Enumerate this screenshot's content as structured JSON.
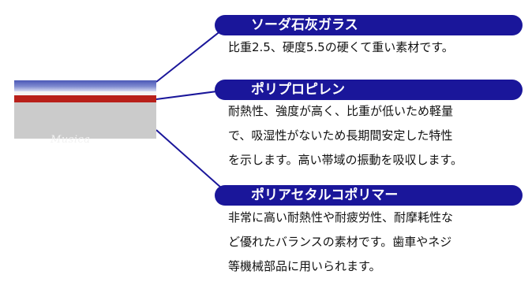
{
  "product": {
    "logo_text": "Musica"
  },
  "materials": [
    {
      "name": "ソーダ石灰ガラス",
      "lines": [
        "比重2.5、硬度5.5の硬くて重い素材です。"
      ]
    },
    {
      "name": "ポリプロピレン",
      "lines": [
        "耐熱性、強度が高く、比重が低いため軽量",
        "で、吸湿性がないため長期間安定した特性",
        "を示します。高い帯域の振動を吸収します。"
      ]
    },
    {
      "name": "ポリアセタルコポリマー",
      "lines": [
        "非常に高い耐熱性や耐疲労性、耐摩耗性な",
        "ど優れたバランスの素材です。歯車やネジ",
        "等機械部品に用いられます。"
      ]
    }
  ],
  "colors": {
    "banner": "#1a169a",
    "connector": "#1a169a",
    "layer_blue": "#4a58b6",
    "layer_red": "#b8201a",
    "layer_gray": "#cbcbcb"
  }
}
